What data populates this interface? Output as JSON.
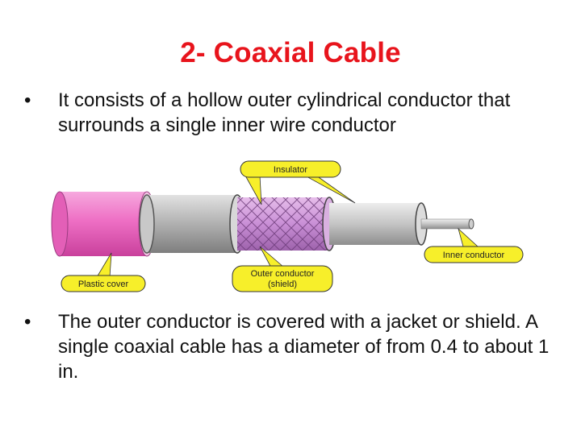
{
  "slide": {
    "title": "2- Coaxial Cable",
    "bullets": [
      {
        "marker": "•",
        "text": "It consists of a hollow outer cylindrical conductor that surrounds a single inner wire conductor"
      },
      {
        "marker": "•",
        "text": "The outer conductor is covered with a jacket or shield. A single coaxial cable has a diameter of from 0.4 to about 1 in."
      }
    ]
  },
  "diagram": {
    "labels": {
      "insulator": "Insulator",
      "inner_conductor": "Inner conductor",
      "outer_conductor_line1": "Outer conductor",
      "outer_conductor_line2": "(shield)",
      "plastic_cover": "Plastic cover"
    },
    "colors": {
      "title": "#e8141c",
      "jacket": "#ee6fc4",
      "shield": "#c98fd6",
      "dielectric": "#b5b5b5",
      "callout": "#f7ef2a"
    }
  }
}
